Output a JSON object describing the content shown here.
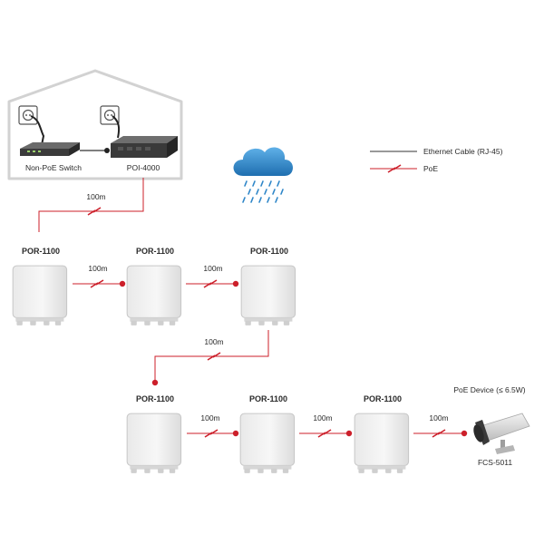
{
  "house": {
    "switch_label": "Non-PoE Switch",
    "injector_label": "POI-4000",
    "link_label": "100m"
  },
  "legend": {
    "ethernet_label": "Ethernet Cable (RJ-45)",
    "poe_label": "PoE"
  },
  "repeaters": {
    "label": "POR-1100",
    "link_label": "100m",
    "row2_link_label": "100m"
  },
  "device": {
    "title": "PoE Device (≤ 6.5W)",
    "model": "FCS-5011",
    "link_label": "100m"
  },
  "colors": {
    "poe_red": "#cc1f2a",
    "cable_dark": "#333333",
    "house_outline": "#d0d0d0",
    "cloud_blue": "#2e86c8"
  }
}
